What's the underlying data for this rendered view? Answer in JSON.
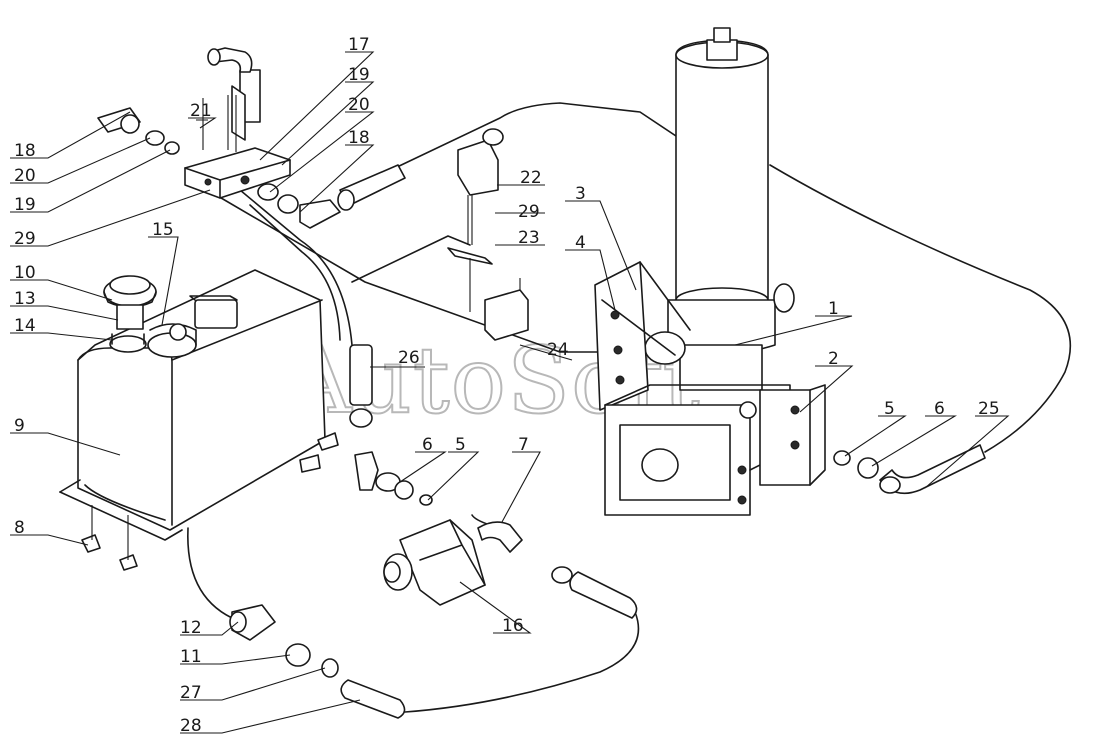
{
  "watermark": "AutoSoft",
  "labels": {
    "p1": "1",
    "p2": "2",
    "p3": "3",
    "p4": "4",
    "p5a": "5",
    "p5b": "5",
    "p6a": "6",
    "p6b": "6",
    "p7": "7",
    "p8": "8",
    "p9": "9",
    "p10": "10",
    "p11": "11",
    "p12": "12",
    "p13": "13",
    "p14": "14",
    "p15": "15",
    "p16": "16",
    "p17": "17",
    "p18a": "18",
    "p18b": "18",
    "p19a": "19",
    "p19b": "19",
    "p20a": "20",
    "p20b": "20",
    "p21": "21",
    "p22": "22",
    "p23": "23",
    "p24": "24",
    "p25": "25",
    "p26": "26",
    "p27": "27",
    "p28": "28",
    "p29a": "29",
    "p29b": "29"
  }
}
